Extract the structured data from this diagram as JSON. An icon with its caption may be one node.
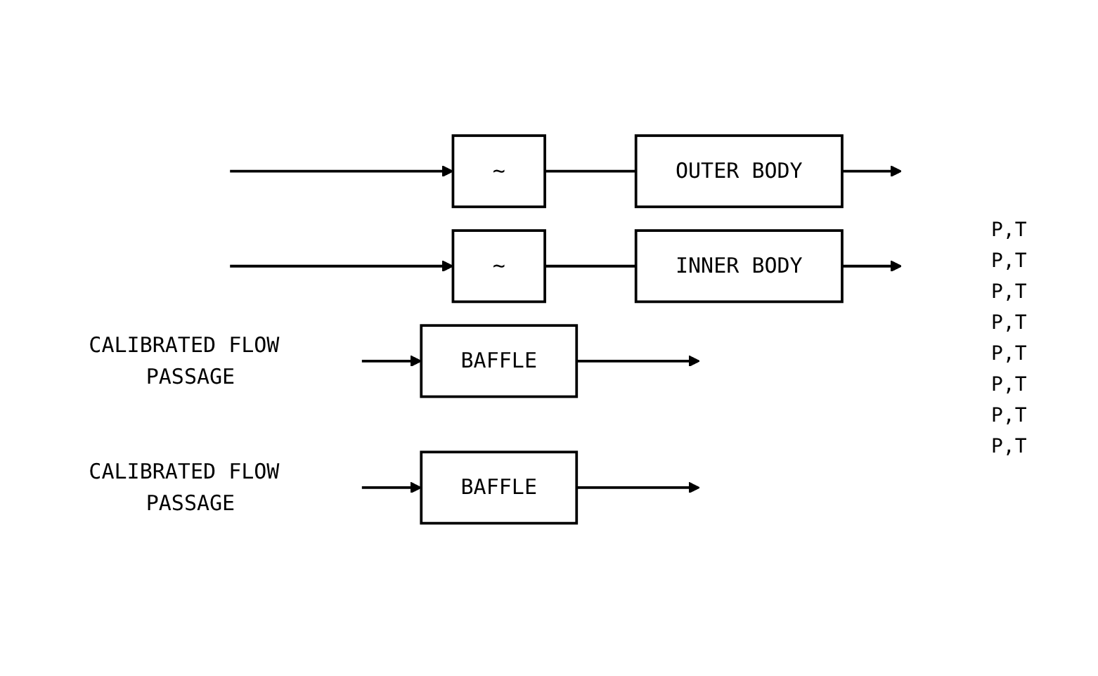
{
  "diagram": {
    "nodes": [
      {
        "text": [
          "~"
        ]
      },
      {
        "text": [
          "OUTER BODY"
        ]
      },
      {
        "text": [
          "CALIBRATED FLOW PASSAGE"
        ]
      },
      {
        "text": [
          "BAFFLE"
        ]
      },
      {
        "text": [
          "CALIBRATED FLOW PASSAGE"
        ]
      },
      {
        "text": [
          "BAFFLE"
        ]
      },
      {
        "text": [
          "~"
        ]
      },
      {
        "text": [
          "INNER BODY"
        ]
      }
    ],
    "edges": [
      {
        "from": null,
        "to": 0,
        "arrow": "to"
      },
      {
        "from": 0,
        "to": 1,
        "arrow": "none"
      },
      {
        "from": 1,
        "to": null,
        "arrow": "to"
      },
      {
        "from": 2,
        "to": 3,
        "arrow": "to"
      },
      {
        "from": 3,
        "to": null,
        "arrow": "to"
      },
      {
        "from": 4,
        "to": 5,
        "arrow": "to"
      },
      {
        "from": 5,
        "to": null,
        "arrow": "to"
      },
      {
        "from": null,
        "to": 6,
        "arrow": "to"
      },
      {
        "from": 6,
        "to": 7,
        "arrow": "none"
      },
      {
        "from": 7,
        "to": null,
        "arrow": "to"
      }
    ],
    "labels": [
      "P,T",
      "P,T",
      "P,T",
      "P,T",
      "P,T",
      "P,T",
      "P,T",
      "P,T"
    ]
  }
}
